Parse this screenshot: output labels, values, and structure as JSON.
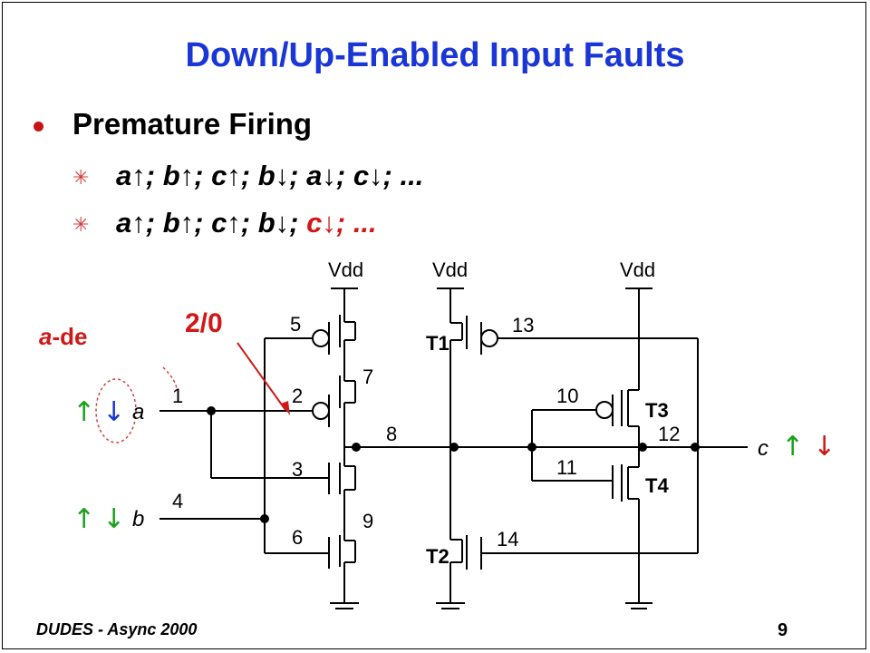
{
  "title": "Down/Up-Enabled Input Faults",
  "bullet": "Premature Firing",
  "sequences": [
    {
      "items": [
        {
          "text": "a↑",
          "color": "black"
        },
        {
          "text": "b↑",
          "color": "black"
        },
        {
          "text": "c↑",
          "color": "black"
        },
        {
          "text": "b↓",
          "color": "black"
        },
        {
          "text": "a↓",
          "color": "black"
        },
        {
          "text": "c↓",
          "color": "black"
        }
      ],
      "tail": "..."
    },
    {
      "items": [
        {
          "text": "a↑",
          "color": "black"
        },
        {
          "text": "b↑",
          "color": "black"
        },
        {
          "text": "c↑",
          "color": "black"
        },
        {
          "text": "b↓",
          "color": "black"
        },
        {
          "text": "c↓",
          "color": "red"
        }
      ],
      "tail": "..."
    }
  ],
  "sequence_separator": "; ",
  "sequence_star": "✳",
  "diagram": {
    "supply_labels": [
      "Vdd",
      "Vdd",
      "Vdd"
    ],
    "fault_label": "2/0",
    "annotation_prefix": "a",
    "annotation_suffix": "-de",
    "inputs": {
      "a": "a",
      "b": "b"
    },
    "output": "c",
    "up_arrow": "↑",
    "down_arrow": "↓",
    "node_labels": {
      "n1": "1",
      "n2": "2",
      "n3": "3",
      "n4": "4",
      "n5": "5",
      "n6": "6",
      "n7": "7",
      "n8": "8",
      "n9": "9",
      "n10": "10",
      "n11": "11",
      "n12": "12",
      "n13": "13",
      "n14": "14"
    },
    "transistor_labels": {
      "t1": "T1",
      "t2": "T2",
      "t3": "T3",
      "t4": "T4"
    },
    "colors": {
      "title": "#1b36d6",
      "fault": "#d01818",
      "up": "#1aa01a",
      "down_red": "#d01818",
      "down_blue": "#1b36d6"
    }
  },
  "footer": {
    "left": "DUDES - Async 2000",
    "page": "9"
  }
}
